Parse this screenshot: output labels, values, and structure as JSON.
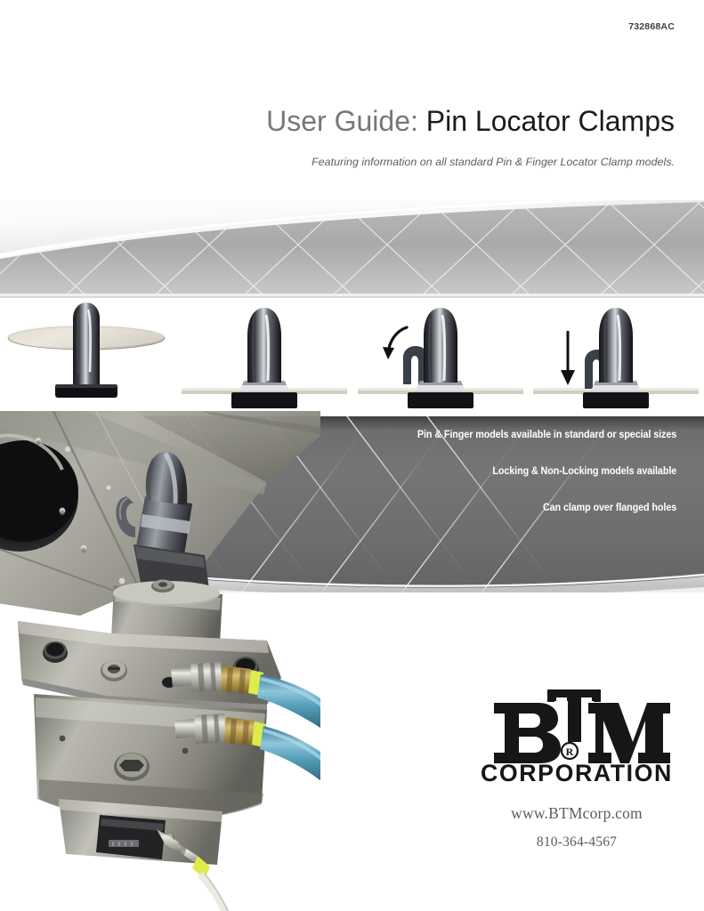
{
  "document": {
    "number": "732868AC"
  },
  "title": {
    "prefix": "User Guide:",
    "main": "Pin Locator Clamps",
    "subtitle": "Featuring information on all standard Pin & Finger Locator Clamp models."
  },
  "pin_diagrams": {
    "caption_note": "",
    "steps": [
      {
        "name": "pin-through-tilted-panel",
        "annotation": ""
      },
      {
        "name": "pin-seated-panel-flat",
        "annotation": ""
      },
      {
        "name": "pin-finger-rotating-out",
        "annotation": "rotate-arrow"
      },
      {
        "name": "pin-finger-clamping-down",
        "annotation": "down-arrow"
      }
    ]
  },
  "features": {
    "bullets": [
      "Pin & Finger models available in standard or special sizes",
      "Locking & Non-Locking models available",
      "Can clamp over flanged holes"
    ]
  },
  "photo": {
    "name": "pin-locator-clamp-photo",
    "alt": "Pin locator clamp holding a sheet metal panel with blue pneumatic hoses"
  },
  "logo": {
    "letter_b": "B",
    "letter_t": "T",
    "letter_m": "M",
    "registered": "®",
    "wordmark": "CORPORATION"
  },
  "contact": {
    "website": "www.BTMcorp.com",
    "phone": "810-364-4567"
  },
  "colors": {
    "band_gray": "#757577",
    "title_gray": "#77777a",
    "title_dark": "#1b1b1d",
    "hose_blue": "#4f93ad",
    "accent_yellow": "#e2e84a",
    "brass": "#b89a4e"
  }
}
